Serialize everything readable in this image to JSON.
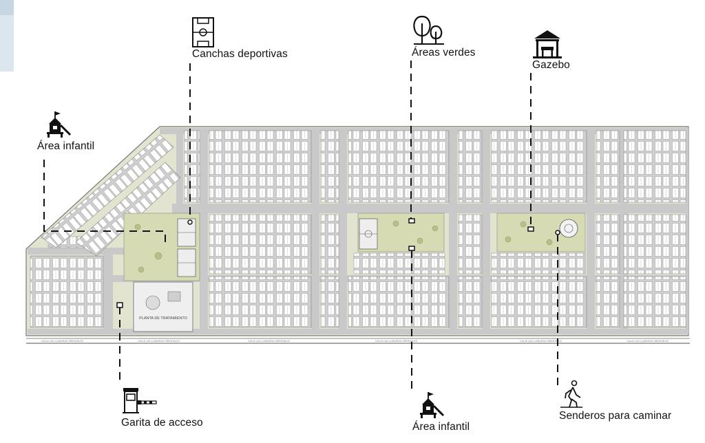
{
  "title": "",
  "amenities": [
    {
      "id": "canchas",
      "label": "Canchas deportivas",
      "icon": "soccer-field-icon"
    },
    {
      "id": "areas-verdes",
      "label": "Áreas verdes",
      "icon": "trees-icon"
    },
    {
      "id": "gazebo",
      "label": "Gazebo",
      "icon": "gazebo-icon"
    },
    {
      "id": "infantil-top",
      "label": "Área infantil",
      "icon": "playground-icon"
    },
    {
      "id": "garita",
      "label": "Garita de acceso",
      "icon": "guardhouse-barrier-icon"
    },
    {
      "id": "infantil-bottom",
      "label": "Área infantil",
      "icon": "playground-icon"
    },
    {
      "id": "senderos",
      "label": "Senderos para caminar",
      "icon": "walking-person-icon"
    }
  ],
  "plan": {
    "treatment_plant_label": "PLANTA DE TRATAMIENTO",
    "street_name_label": "CALLE LAS LLANURAS ORIENTALES"
  },
  "colors": {
    "line": "#111111",
    "road": "#c9c9c9",
    "lot": "#ffffff",
    "green": "#d6dbb3",
    "frame": "#8a8a8a"
  }
}
